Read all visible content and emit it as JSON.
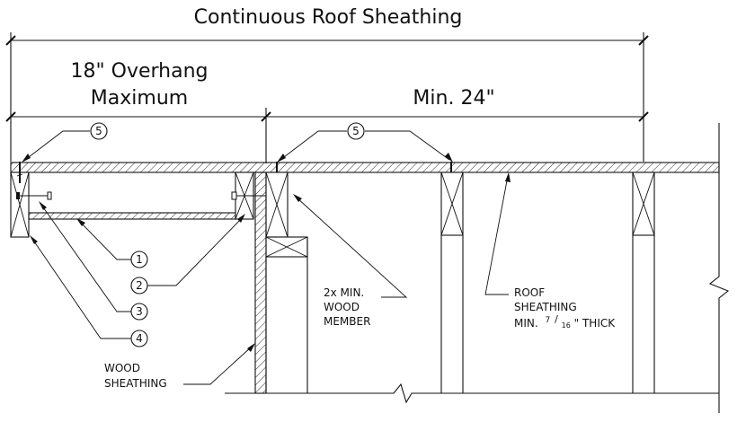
{
  "diagram": {
    "title": "Continuous Roof Sheathing",
    "dimensions": {
      "overhang_line1": "18\" Overhang",
      "overhang_line2": "Maximum",
      "min_span": "Min. 24\""
    },
    "callouts": {
      "c1": "1",
      "c2": "2",
      "c3": "3",
      "c4": "4",
      "c5": "5"
    },
    "notes": {
      "member_l1": "2x MIN.",
      "member_l2": "WOOD",
      "member_l3": "MEMBER",
      "roof_l1": "ROOF",
      "roof_l2": "SHEATHING",
      "roof_l3_prefix": "MIN.",
      "roof_l3_frac_num": "7",
      "roof_l3_frac_den": "16",
      "roof_l3_suffix": "\" THICK",
      "wood_l1": "WOOD",
      "wood_l2": "SHEATHING"
    }
  }
}
